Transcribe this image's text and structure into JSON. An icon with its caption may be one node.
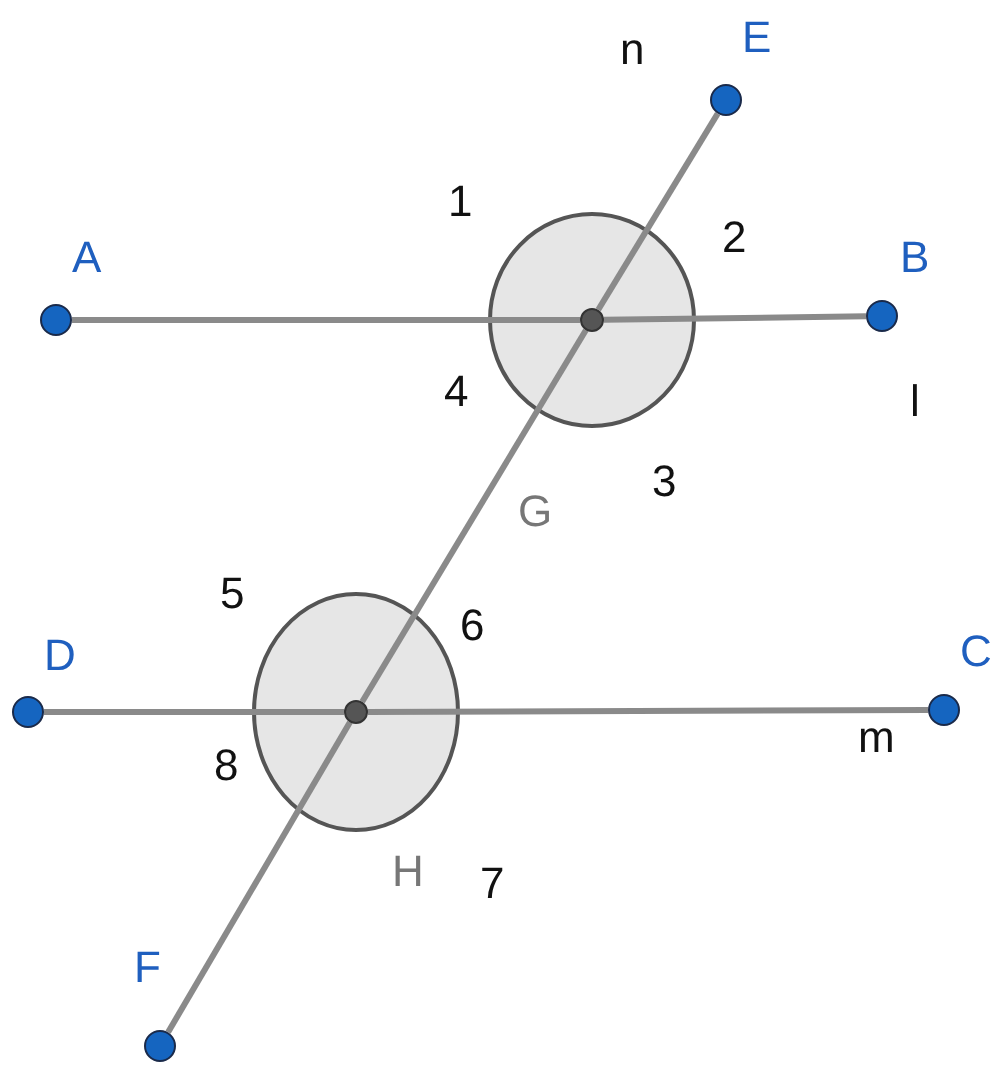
{
  "diagram": {
    "nodes": [
      {
        "text": [],
        "shape": "circle",
        "beside": [
          "A"
        ]
      },
      {
        "text": [],
        "shape": "circle",
        "beside": [
          "B"
        ]
      },
      {
        "text": [],
        "shape": "circle",
        "beside": [
          "E"
        ]
      },
      {
        "text": [],
        "shape": "circle",
        "beside": [
          "G"
        ]
      },
      {
        "text": [],
        "shape": "circle",
        "beside": [
          "D"
        ]
      },
      {
        "text": [],
        "shape": "circle",
        "beside": [
          "C"
        ]
      },
      {
        "text": [],
        "shape": "circle",
        "beside": [
          "H"
        ]
      },
      {
        "text": [],
        "shape": "circle",
        "beside": [
          "F"
        ]
      }
    ],
    "edges": [
      {
        "from": 0,
        "to": 3,
        "arrow": "none"
      },
      {
        "from": 3,
        "to": 1,
        "arrow": "none"
      },
      {
        "from": 2,
        "to": 3,
        "arrow": "none"
      },
      {
        "from": 3,
        "to": 6,
        "arrow": "none"
      },
      {
        "from": 6,
        "to": 7,
        "arrow": "none"
      },
      {
        "from": 4,
        "to": 6,
        "arrow": "none"
      },
      {
        "from": 6,
        "to": 5,
        "arrow": "none"
      }
    ],
    "labels": [
      "n",
      "1",
      "2",
      "l",
      "4",
      "3",
      "5",
      "6",
      "m",
      "8",
      "7"
    ]
  }
}
